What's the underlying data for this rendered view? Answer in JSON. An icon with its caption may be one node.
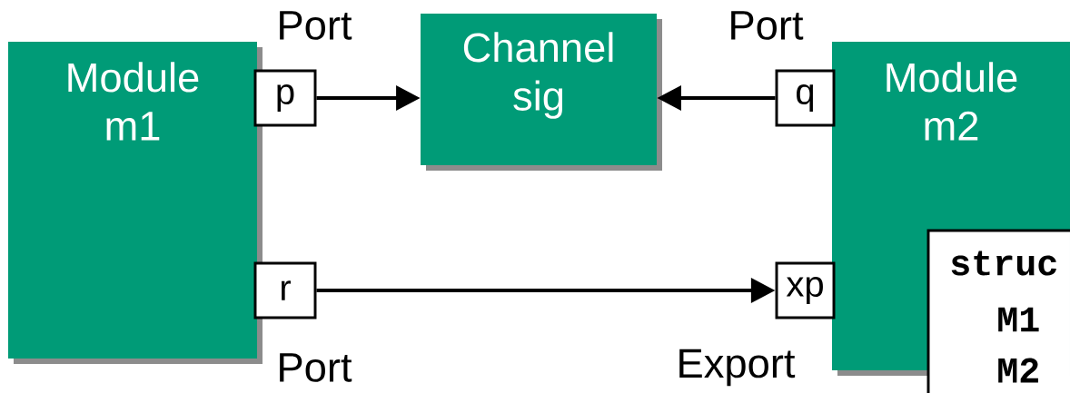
{
  "diagram": {
    "nodes": [
      {
        "text": [
          "Module m1"
        ]
      },
      {
        "text": [
          "p"
        ],
        "beside": [
          "Port"
        ]
      },
      {
        "text": [
          "Channel sig"
        ]
      },
      {
        "text": [
          "q"
        ],
        "beside": [
          "Port"
        ]
      },
      {
        "text": [
          "Module m2"
        ]
      },
      {
        "text": [
          "r"
        ],
        "beside": [
          "Port"
        ]
      },
      {
        "text": [
          "xp"
        ],
        "beside": [
          "Export"
        ]
      },
      {
        "text": [
          "struc",
          "M1",
          "M2"
        ]
      }
    ],
    "edges": [
      {
        "from": 1,
        "to": 2,
        "arrow": "to"
      },
      {
        "from": 3,
        "to": 2,
        "arrow": "to"
      },
      {
        "from": 5,
        "to": 6,
        "arrow": "to"
      }
    ]
  }
}
